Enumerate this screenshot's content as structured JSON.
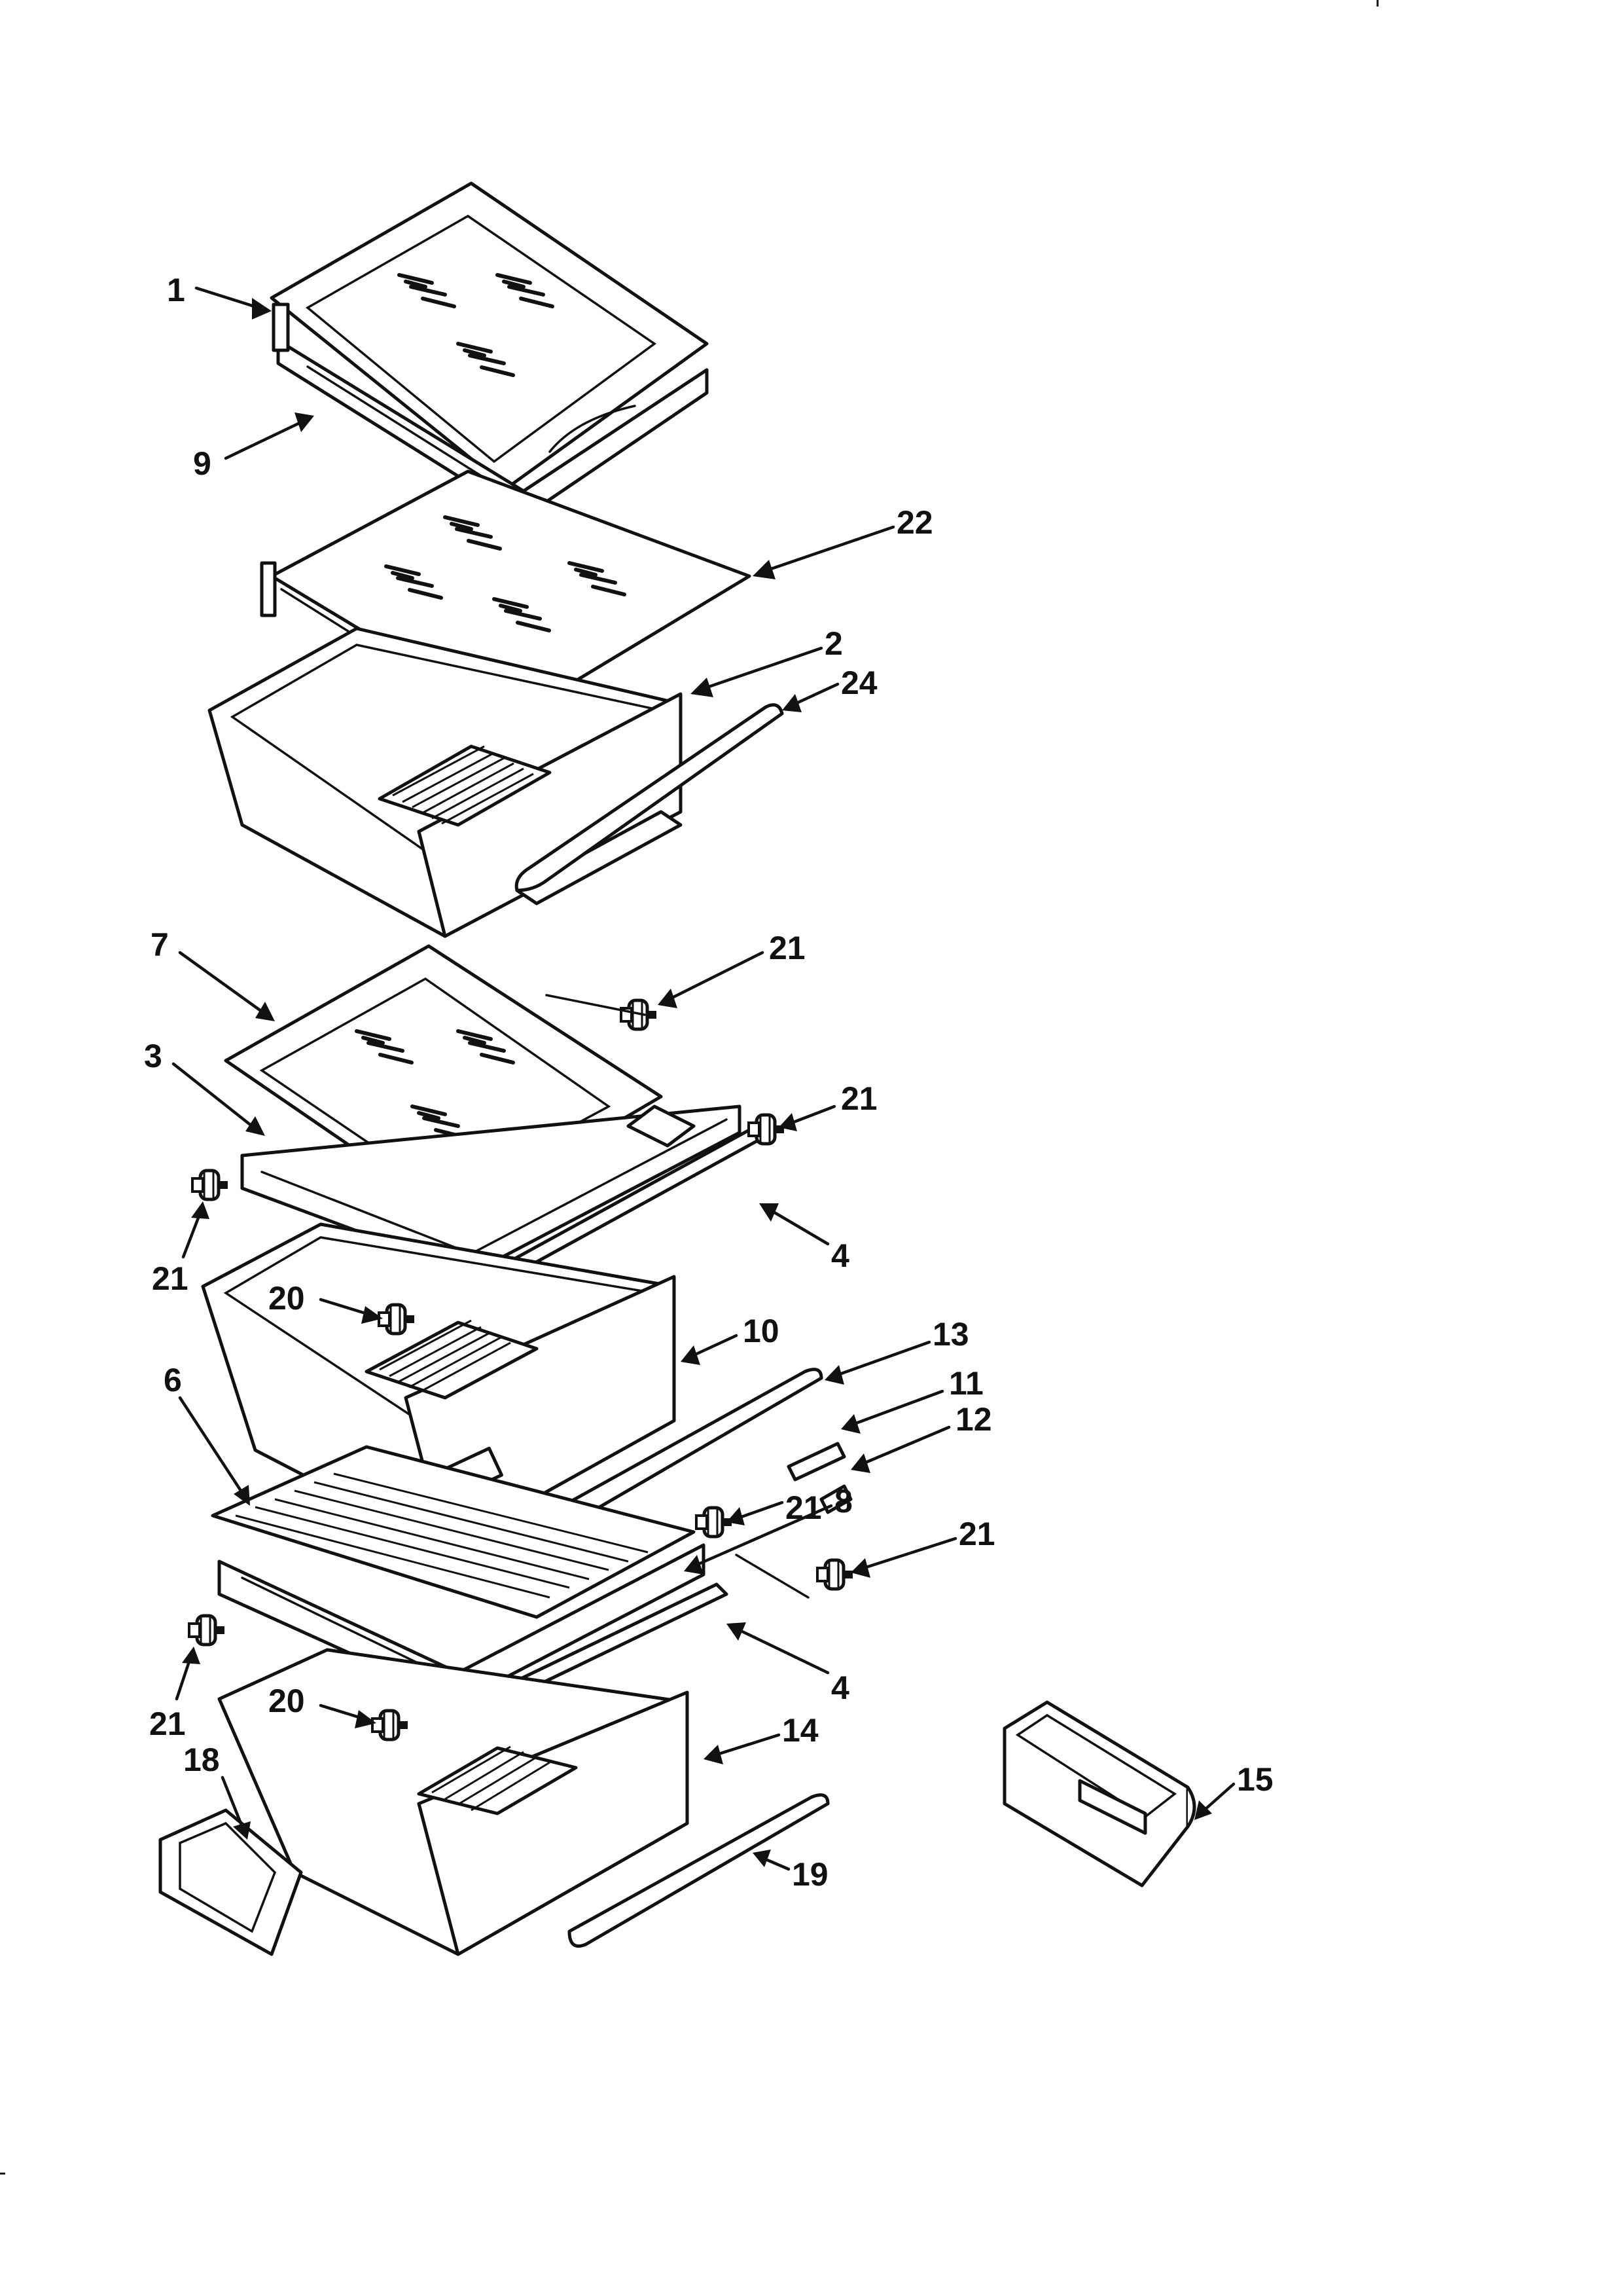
{
  "diagram": {
    "callouts": [
      {
        "id": "c1",
        "label": "1"
      },
      {
        "id": "c9",
        "label": "9"
      },
      {
        "id": "c22",
        "label": "22"
      },
      {
        "id": "c2",
        "label": "2"
      },
      {
        "id": "c24",
        "label": "24"
      },
      {
        "id": "c7",
        "label": "7"
      },
      {
        "id": "c21a",
        "label": "21"
      },
      {
        "id": "c3",
        "label": "3"
      },
      {
        "id": "c21b",
        "label": "21"
      },
      {
        "id": "c21c",
        "label": "21"
      },
      {
        "id": "c4a",
        "label": "4"
      },
      {
        "id": "c20a",
        "label": "20"
      },
      {
        "id": "c10",
        "label": "10"
      },
      {
        "id": "c13",
        "label": "13"
      },
      {
        "id": "c6",
        "label": "6"
      },
      {
        "id": "c11",
        "label": "11"
      },
      {
        "id": "c12",
        "label": "12"
      },
      {
        "id": "c21d",
        "label": "21"
      },
      {
        "id": "c8",
        "label": "8"
      },
      {
        "id": "c21e",
        "label": "21"
      },
      {
        "id": "c4b",
        "label": "4"
      },
      {
        "id": "c20b",
        "label": "20"
      },
      {
        "id": "c14",
        "label": "14"
      },
      {
        "id": "c21f",
        "label": "21"
      },
      {
        "id": "c18",
        "label": "18"
      },
      {
        "id": "c15",
        "label": "15"
      },
      {
        "id": "c19",
        "label": "19"
      }
    ]
  }
}
